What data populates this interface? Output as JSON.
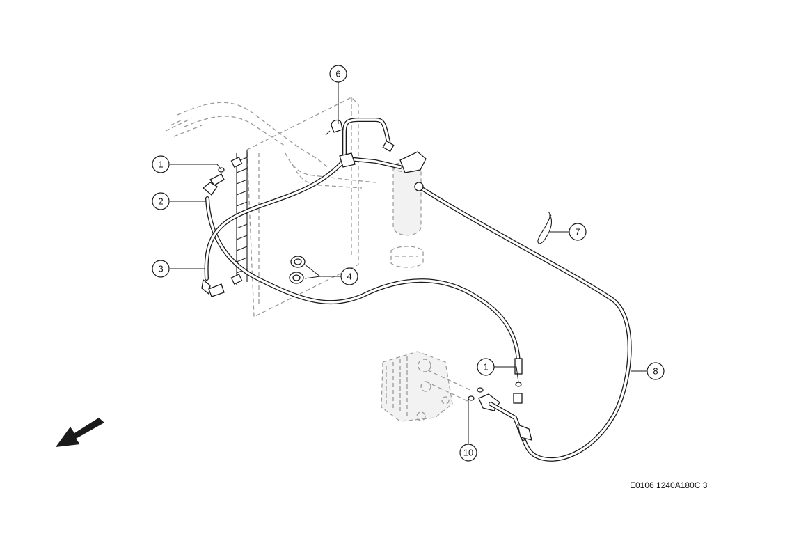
{
  "diagram": {
    "reference_code": "E0106 1240A180C 3",
    "callouts": [
      {
        "id": "c1a",
        "label": "1"
      },
      {
        "id": "c2",
        "label": "2"
      },
      {
        "id": "c3",
        "label": "3"
      },
      {
        "id": "c4",
        "label": "4"
      },
      {
        "id": "c6",
        "label": "6"
      },
      {
        "id": "c7",
        "label": "7"
      },
      {
        "id": "c1b",
        "label": "1"
      },
      {
        "id": "c8",
        "label": "8"
      },
      {
        "id": "c10",
        "label": "10"
      }
    ]
  }
}
